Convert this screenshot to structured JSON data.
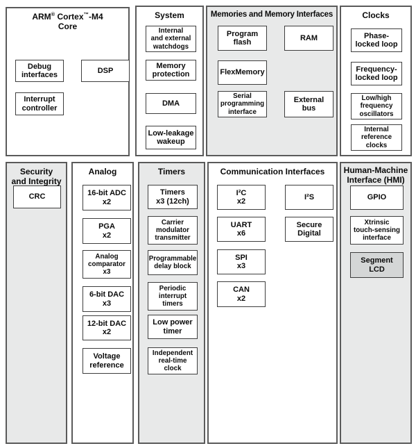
{
  "palette": {
    "background": "#ffffff",
    "section_fill_gray": "#e8e9e9",
    "segment_lcd_fill": "#d4d6d6",
    "section_border": "#5a5a5a",
    "box_border": "#3d3d3d",
    "text": "#0a0a0a"
  },
  "sections": {
    "arm_core": {
      "title": {
        "t1": "ARM",
        "reg": "®",
        "t2": " Cortex",
        "tm": "™",
        "t3": "-M4",
        "line2": "Core"
      },
      "boxes": [
        "Debug\ninterfaces",
        "DSP",
        "Interrupt\ncontroller"
      ]
    },
    "system": {
      "title": "System",
      "boxes": [
        "Internal\nand external\nwatchdogs",
        "Memory\nprotection",
        "DMA",
        "Low-leakage\nwakeup"
      ]
    },
    "memories": {
      "title": "Memories and Memory Interfaces",
      "col1": [
        "Program\nflash",
        "FlexMemory",
        "Serial\nprogramming\ninterface"
      ],
      "col2": [
        "RAM",
        "External\nbus"
      ]
    },
    "clocks": {
      "title": "Clocks",
      "boxes": [
        "Phase-\nlocked loop",
        "Frequency-\nlocked loop",
        "Low/high\nfrequency\noscillators",
        "Internal\nreference\nclocks"
      ]
    },
    "security": {
      "title": "Security\nand Integrity",
      "boxes": [
        "CRC"
      ]
    },
    "analog": {
      "title": "Analog",
      "boxes": [
        "16-bit ADC\nx2",
        "PGA\nx2",
        "Analog\ncomparator\nx3",
        "6-bit DAC\nx3",
        "12-bit DAC\nx2",
        "Voltage\nreference"
      ]
    },
    "timers": {
      "title": "Timers",
      "boxes": [
        "Timers\nx3 (12ch)",
        "Carrier\nmodulator\ntransmitter",
        "Programmable\ndelay block",
        "Periodic\ninterrupt\ntimers",
        "Low power\ntimer",
        "Independent\nreal-time\nclock"
      ]
    },
    "comm": {
      "title": "Communication Interfaces",
      "col1": [
        "I²C\nx2",
        "UART\nx6",
        "SPI\nx3",
        "CAN\nx2"
      ],
      "col2": [
        "I²S",
        "Secure\nDigital"
      ]
    },
    "hmi": {
      "title": "Human-Machine\nInterface (HMI)",
      "boxes": [
        "GPIO",
        "Xtrinsic\ntouch-sensing\ninterface",
        "Segment\nLCD"
      ]
    }
  }
}
